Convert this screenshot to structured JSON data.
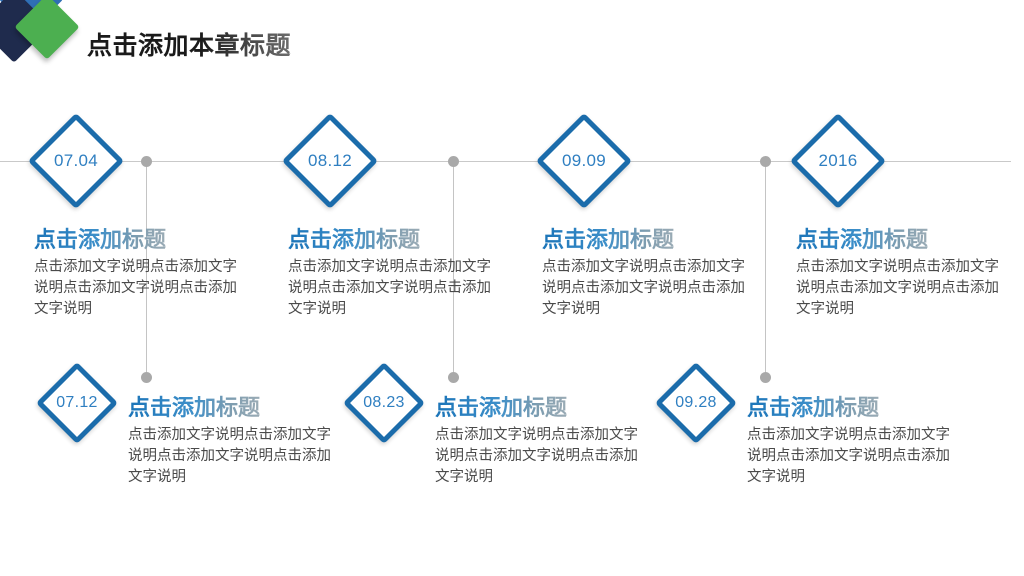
{
  "header": {
    "title": "点击添加本章标题",
    "logo_name": "brand-diamond-logo",
    "logo_colors": [
      "#2f6fb5",
      "#1f2b4d",
      "#4caf50"
    ]
  },
  "theme": {
    "accent_blue": "#1b6cab",
    "label_blue": "#2f7fc1",
    "line_gray": "#c9c9c9",
    "dot_gray": "#a9a9a9",
    "body_gray": "#4a4a4a"
  },
  "timeline": {
    "axis_label": "timeline-axis",
    "top_items": [
      {
        "badge": "07.04",
        "title": "点击添加标题",
        "body": "点击添加文字说明点击添加文字说明点击添加文字说明点击添加文字说明"
      },
      {
        "badge": "08.12",
        "title": "点击添加标题",
        "body": "点击添加文字说明点击添加文字说明点击添加文字说明点击添加文字说明"
      },
      {
        "badge": "09.09",
        "title": "点击添加标题",
        "body": "点击添加文字说明点击添加文字说明点击添加文字说明点击添加文字说明"
      },
      {
        "badge": "2016",
        "title": "点击添加标题",
        "body": "点击添加文字说明点击添加文字说明点击添加文字说明点击添加文字说明"
      }
    ],
    "bottom_items": [
      {
        "badge": "07.12",
        "title": "点击添加标题",
        "body": "点击添加文字说明点击添加文字说明点击添加文字说明点击添加文字说明"
      },
      {
        "badge": "08.23",
        "title": "点击添加标题",
        "body": "点击添加文字说明点击添加文字说明点击添加文字说明点击添加文字说明"
      },
      {
        "badge": "09.28",
        "title": "点击添加标题",
        "body": "点击添加文字说明点击添加文字说明点击添加文字说明点击添加文字说明"
      }
    ]
  }
}
